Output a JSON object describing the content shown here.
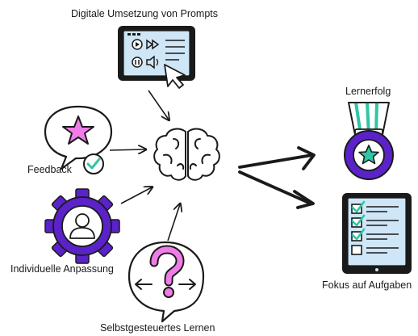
{
  "labels": {
    "digital": "Digitale Umsetzung von Prompts",
    "feedback": "Feedback",
    "individual": "Individuelle Anpassung",
    "self_directed": "Selbstgesteuertes Lernen",
    "success": "Lernerfolg",
    "focus": "Fokus auf Aufgaben"
  },
  "icons": {
    "digital": "tablet-media-player-icon",
    "feedback": "speech-bubble-star-icon",
    "check": "checkmark-icon",
    "individual": "gear-user-icon",
    "self_directed": "speech-bubble-question-icon",
    "center": "brain-icon",
    "success": "medal-star-icon",
    "focus": "tablet-checklist-icon"
  },
  "colors": {
    "purple": "#5a22c8",
    "pink": "#f07ce8",
    "teal": "#2ec6a5",
    "light_blue": "#cfe6f7",
    "ink": "#1a1a1a"
  }
}
